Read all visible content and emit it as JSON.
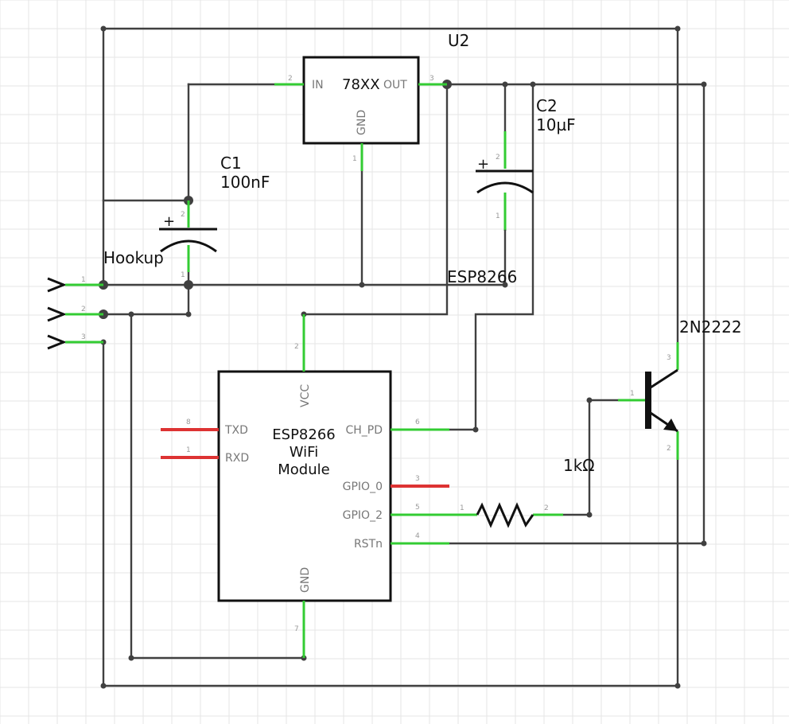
{
  "labels": {
    "u2": "U2",
    "c1_name": "C1",
    "c1_value": "100nF",
    "c2_name": "C2",
    "c2_value": "10µF",
    "hookup": "Hookup",
    "esp_net": "ESP8266",
    "transistor": "2N2222",
    "resistor_value": "1kΩ",
    "plus": "+"
  },
  "regulator": {
    "part": "78XX",
    "pins": {
      "in": "IN",
      "out": "OUT",
      "gnd": "GND"
    },
    "pin_numbers": {
      "in": "2",
      "out": "3",
      "gnd": "1"
    }
  },
  "esp_module": {
    "title_lines": [
      "ESP8266",
      "WiFi",
      "Module"
    ],
    "pins": {
      "vcc": "VCC",
      "gnd": "GND",
      "txd": "TXD",
      "rxd": "RXD",
      "ch_pd": "CH_PD",
      "gpio0": "GPIO_0",
      "gpio2": "GPIO_2",
      "rstn": "RSTn"
    },
    "pin_numbers": {
      "vcc": "2",
      "gnd": "7",
      "txd": "8",
      "rxd": "1",
      "ch_pd": "6",
      "gpio0": "3",
      "gpio2": "5",
      "rstn": "4"
    }
  },
  "capacitors": {
    "c1_pins": [
      "2",
      "1"
    ],
    "c2_pins": [
      "2",
      "1"
    ]
  },
  "transistor_pins": {
    "base": "1",
    "collector": "3",
    "emitter": "2"
  },
  "resistor_pins": [
    "1",
    "2"
  ],
  "connector_pins": [
    "1",
    "2",
    "3"
  ],
  "colors": {
    "wire": "#404040",
    "pin_connected": "#33cc33",
    "pin_unconnected": "#dd3333",
    "component": "#111111",
    "grid": "#e6e6e6"
  }
}
